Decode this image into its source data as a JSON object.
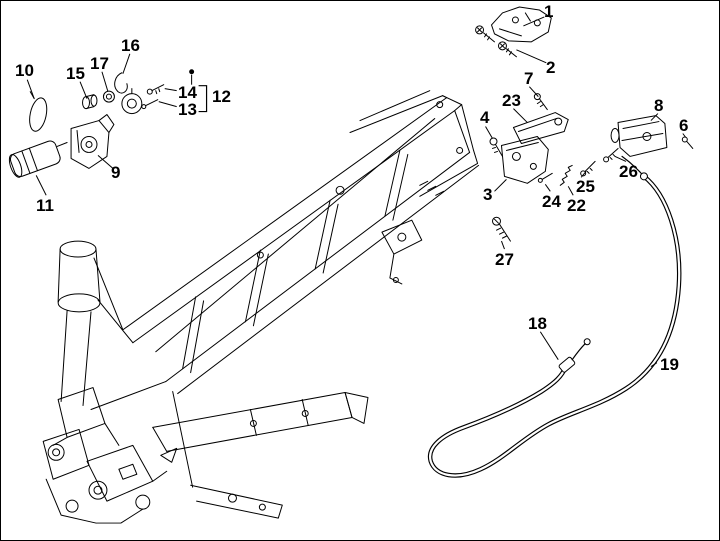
{
  "colors": {
    "background": "#ffffff",
    "line": "#000000"
  },
  "callouts": {
    "n1": "1",
    "n2": "2",
    "n3": "3",
    "n4": "4",
    "n6": "6",
    "n7": "7",
    "n8": "8",
    "n9": "9",
    "n10": "10",
    "n11": "11",
    "n12": "12",
    "n13": "13",
    "n14": "14",
    "n15": "15",
    "n16": "16",
    "n17": "17",
    "n18": "18",
    "n19": "19",
    "n22": "22",
    "n23": "23",
    "n24": "24",
    "n25": "25",
    "n26": "26",
    "n27": "27"
  }
}
